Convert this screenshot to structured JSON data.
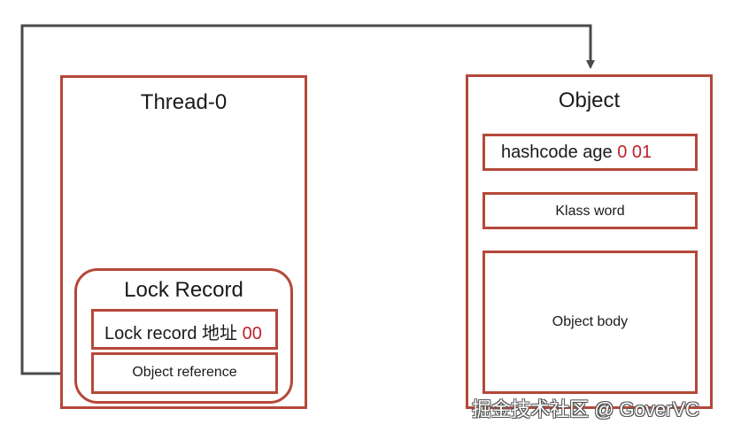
{
  "thread": {
    "title": "Thread-0",
    "lock_record": {
      "title": "Lock Record",
      "address_label": "Lock record 地址",
      "address_bits": "00",
      "object_reference_label": "Object reference"
    }
  },
  "object": {
    "title": "Object",
    "mark_word_label": "hashcode age",
    "mark_word_bits": "0 01",
    "klass_word_label": "Klass word",
    "body_label": "Object body"
  },
  "watermark": "掘金技术社区 @ GoverVC",
  "colors": {
    "box_border": "#b5483a",
    "highlight_bits": "#c0202a",
    "connector": "#4a4a4a"
  }
}
